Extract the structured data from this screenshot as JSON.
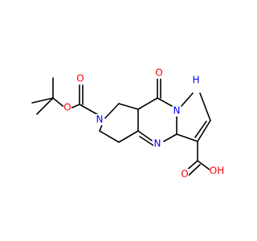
{
  "molecule": {
    "atoms": [
      {
        "id": "O_ketone",
        "text": "O",
        "color": "#ff0000"
      },
      {
        "id": "NH",
        "text": "H",
        "color": "#0000ff"
      },
      {
        "id": "N_bridge",
        "text": "N",
        "color": "#0000ff"
      },
      {
        "id": "N_pyrim",
        "text": "N",
        "color": "#0000ff"
      },
      {
        "id": "N_carbamate",
        "text": "N",
        "color": "#0000ff"
      },
      {
        "id": "O_carb_dbl",
        "text": "O",
        "color": "#ff0000"
      },
      {
        "id": "O_carb_ester",
        "text": "O",
        "color": "#ff0000"
      },
      {
        "id": "O_acid_dbl",
        "text": "O",
        "color": "#ff0000"
      },
      {
        "id": "OH_acid",
        "text": "OH",
        "color": "#ff0000"
      }
    ]
  }
}
